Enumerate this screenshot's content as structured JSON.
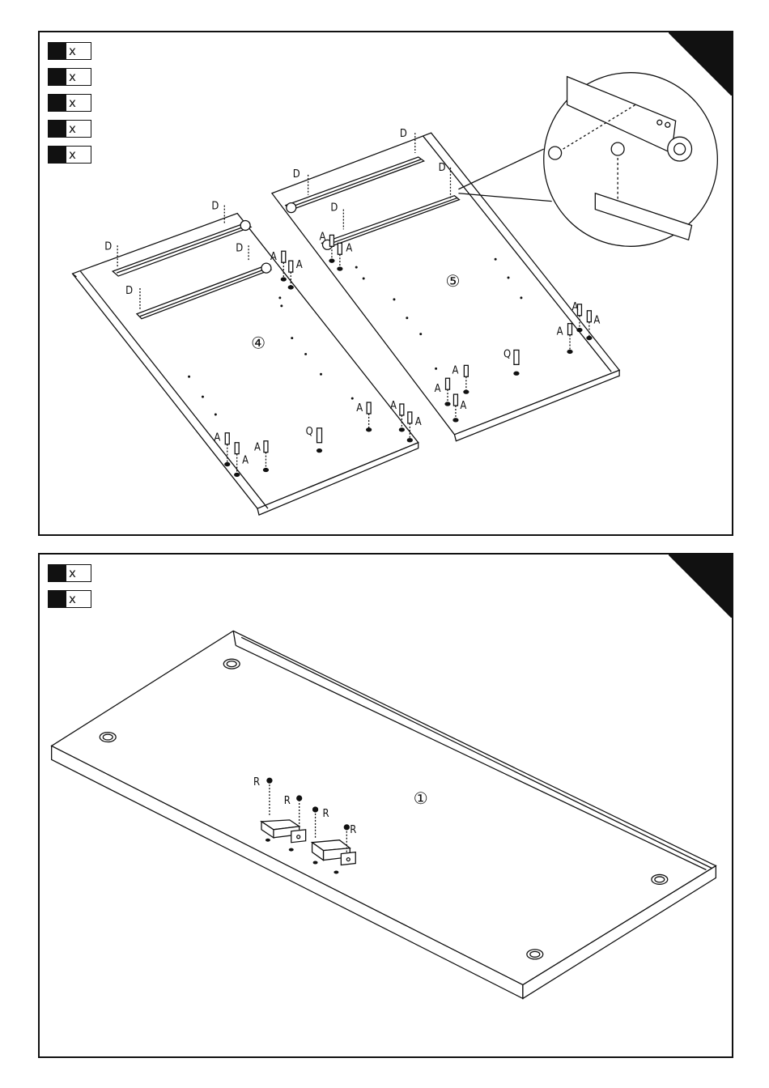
{
  "top_panel": {
    "legend": [
      "x",
      "x",
      "x",
      "x",
      "x"
    ],
    "panel_numbers": [
      "④",
      "⑤"
    ],
    "labels": {
      "A": "A",
      "D": "D",
      "Q": "Q"
    }
  },
  "bottom_panel": {
    "legend": [
      "x",
      "x"
    ],
    "panel_number": "①",
    "labels": {
      "R": "R"
    }
  }
}
